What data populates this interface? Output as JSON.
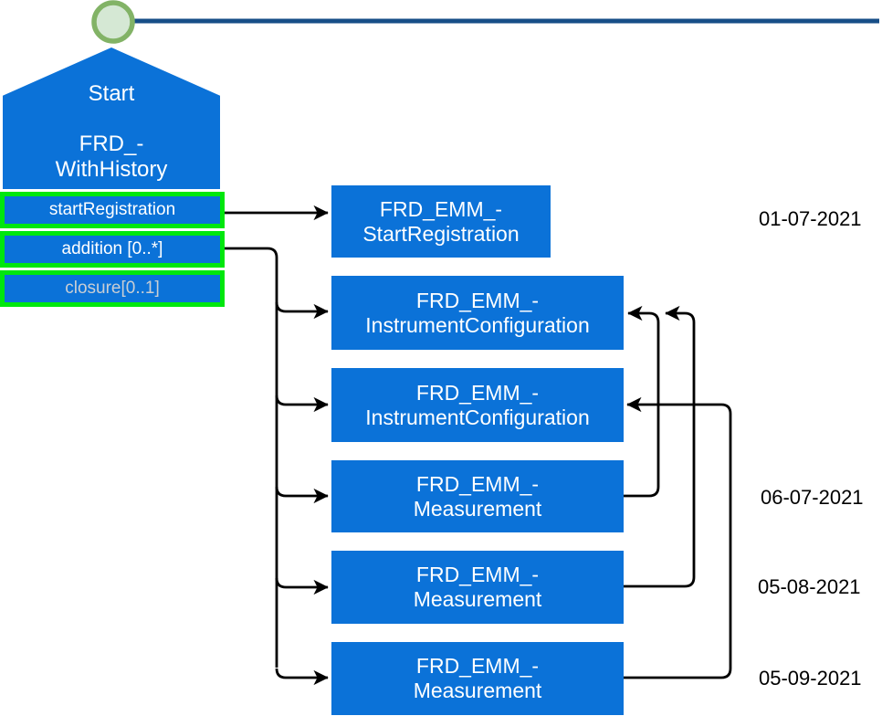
{
  "palette": {
    "box_blue": "#0b72d8",
    "green_border": "#00e70e",
    "navy_line": "#174e87",
    "circle_ring": "#82b366",
    "circle_fill": "#d5e8d4",
    "muted_label": "#c9ced4",
    "arrow": "#000000",
    "date_text": "#000000"
  },
  "start_node": {
    "title": "Start",
    "name_line1": "FRD_-",
    "name_line2": "WithHistory"
  },
  "ports": [
    {
      "label": "startRegistration"
    },
    {
      "label": "addition [0..*]"
    },
    {
      "label": "closure[0..1]"
    }
  ],
  "nodes": [
    {
      "line1": "FRD_EMM_-",
      "line2": "StartRegistration"
    },
    {
      "line1": "FRD_EMM_-",
      "line2": "InstrumentConfiguration"
    },
    {
      "line1": "FRD_EMM_-",
      "line2": "InstrumentConfiguration"
    },
    {
      "line1": "FRD_EMM_-",
      "line2": "Measurement"
    },
    {
      "line1": "FRD_EMM_-",
      "line2": "Measurement"
    },
    {
      "line1": "FRD_EMM_-",
      "line2": "Measurement"
    }
  ],
  "dates": [
    {
      "label": "01-07-2021"
    },
    {
      "label": "06-07-2021"
    },
    {
      "label": "05-08-2021"
    },
    {
      "label": "05-09-2021"
    }
  ],
  "edges": {
    "from_start_port": "startRegistration → FRD_EMM_-StartRegistration",
    "from_addition_port": "addition → each InstrumentConfiguration and Measurement",
    "measurement1_to": "InstrumentConfiguration 1",
    "measurement2_to": "InstrumentConfiguration 1",
    "measurement3_to": "InstrumentConfiguration 2"
  }
}
